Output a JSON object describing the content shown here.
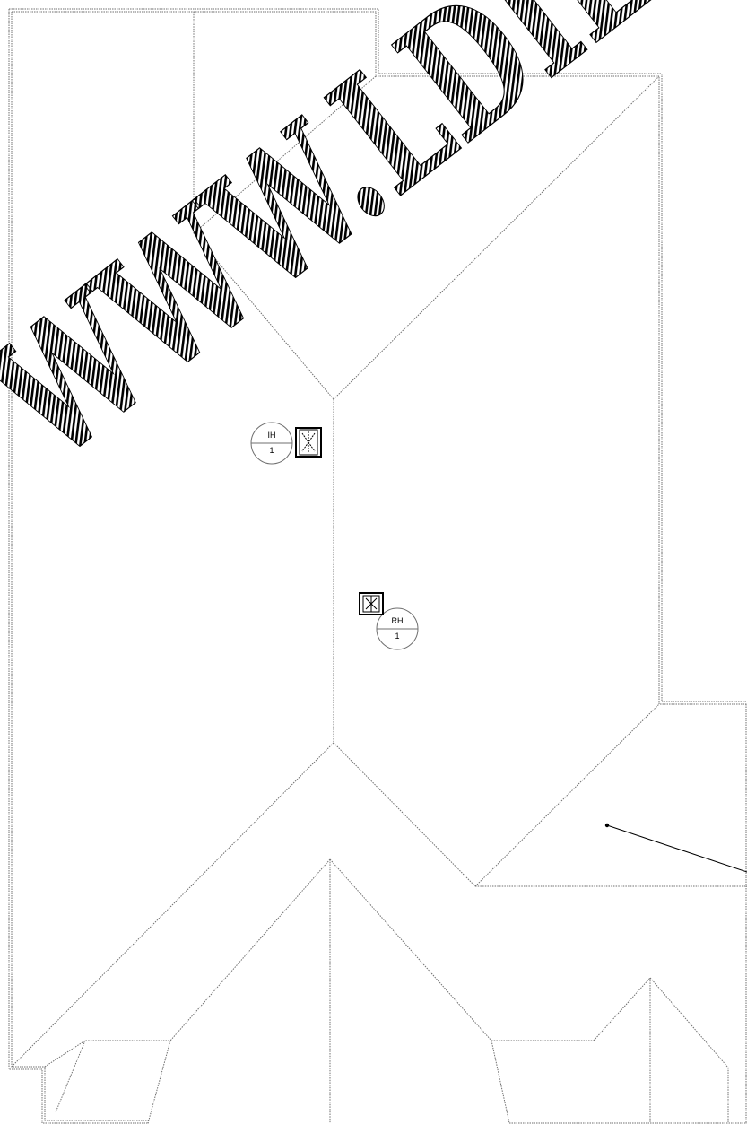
{
  "plan": {
    "symbols": [
      {
        "code": "IH",
        "number": "1"
      },
      {
        "code": "RH",
        "number": "1"
      }
    ]
  },
  "watermark": {
    "text": "WWW.LDILinc"
  },
  "colors": {
    "line": "#6f6f6f",
    "ink": "#000000",
    "background": "#ffffff",
    "watermark_fill": "#000000"
  }
}
